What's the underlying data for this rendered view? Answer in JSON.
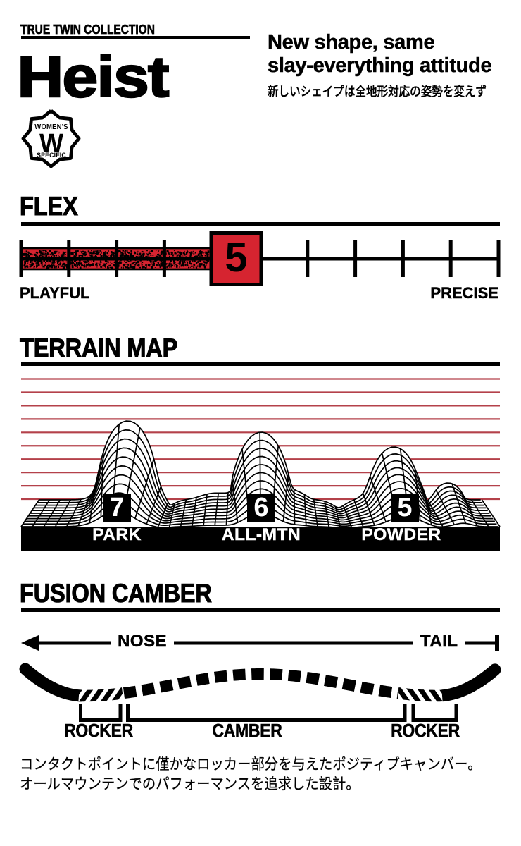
{
  "header": {
    "collection": "TRUE TWIN COLLECTION",
    "product_name": "Heist",
    "tagline_line1": "New shape, same",
    "tagline_line2": "slay-everything attitude",
    "tagline_ja": "新しいシェイプは全地形対応の姿勢を変えず",
    "badge": {
      "top": "WOMEN'S",
      "letter": "W",
      "bottom": "SPECIFIC"
    }
  },
  "flex": {
    "title": "FLEX",
    "value": 5,
    "scale_max": 10,
    "min_label": "PLAYFUL",
    "max_label": "PRECISE"
  },
  "terrain": {
    "title": "TERRAIN MAP",
    "items": [
      {
        "label": "PARK",
        "score": 7
      },
      {
        "label": "ALL-MTN",
        "score": 6
      },
      {
        "label": "POWDER",
        "score": 5
      }
    ]
  },
  "camber": {
    "title": "FUSION CAMBER",
    "nose_label": "NOSE",
    "tail_label": "TAIL",
    "zones": [
      {
        "label": "ROCKER"
      },
      {
        "label": "CAMBER"
      },
      {
        "label": "ROCKER"
      }
    ],
    "description_ja_line1": "コンタクトポイントに僅かなロッカー部分を与えたポジティブキャンバー。",
    "description_ja_line2": "オールマウンテンでのパフォーマンスを追求した設計。"
  },
  "colors": {
    "red": "#d62430",
    "terrain_line_red": "#b4414a",
    "black": "#000000"
  },
  "chart_data": [
    {
      "type": "gauge",
      "title": "FLEX",
      "value": 5,
      "range": [
        0,
        10
      ],
      "min_label": "PLAYFUL",
      "max_label": "PRECISE"
    },
    {
      "type": "surface",
      "title": "TERRAIN MAP",
      "categories": [
        "PARK",
        "ALL-MTN",
        "POWDER"
      ],
      "values": [
        7,
        6,
        5
      ]
    }
  ]
}
